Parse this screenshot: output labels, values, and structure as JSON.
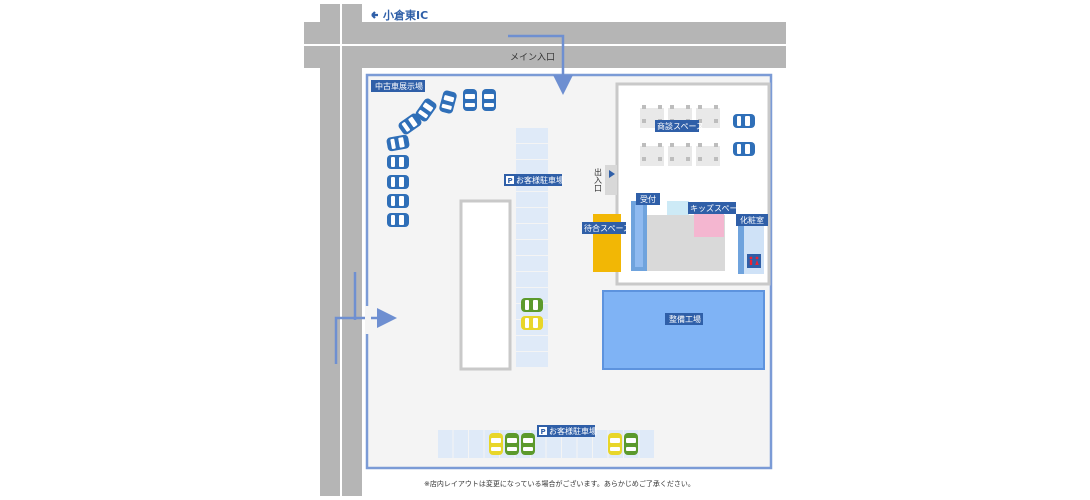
{
  "header": {
    "ic_arrow_icon": "left-arrow-icon",
    "ic_label": "小倉東IC"
  },
  "road": {
    "main_entrance_label": "メイン入口"
  },
  "areas": {
    "used_car_display": "中古車展示場",
    "consultation_space": "商談スペース",
    "entrance_exit": "出入口",
    "customer_parking_center": "お客様駐車場",
    "customer_parking_bottom": "お客様駐車場",
    "waiting_space": "待合スペース",
    "reception": "受付",
    "kids_space": "キッズスペース",
    "powder_room": "化粧室",
    "service_shop": "整備工場"
  },
  "icons": {
    "parking": "P",
    "restroom": "restroom-icon",
    "direction": "triangle-right-icon"
  },
  "footnote": "※店内レイアウトは変更になっている場合がございます。あらかじめご了承ください。",
  "colors": {
    "road": "#b3b3b3",
    "lot_border": "#7b9bd6",
    "lot_fill": "#f4f4f4",
    "label_bg": "#2f5fa8",
    "accent_blue": "#6fa3dd",
    "parking_slot": "#dfeaf8",
    "service_shop": "#7fb3f5",
    "waiting_space": "#f2b705",
    "kids_space": "#f4b6d0",
    "car_blue": "#2f6fb8",
    "car_green": "#5c9a2c",
    "car_yellow": "#e8d62a"
  }
}
